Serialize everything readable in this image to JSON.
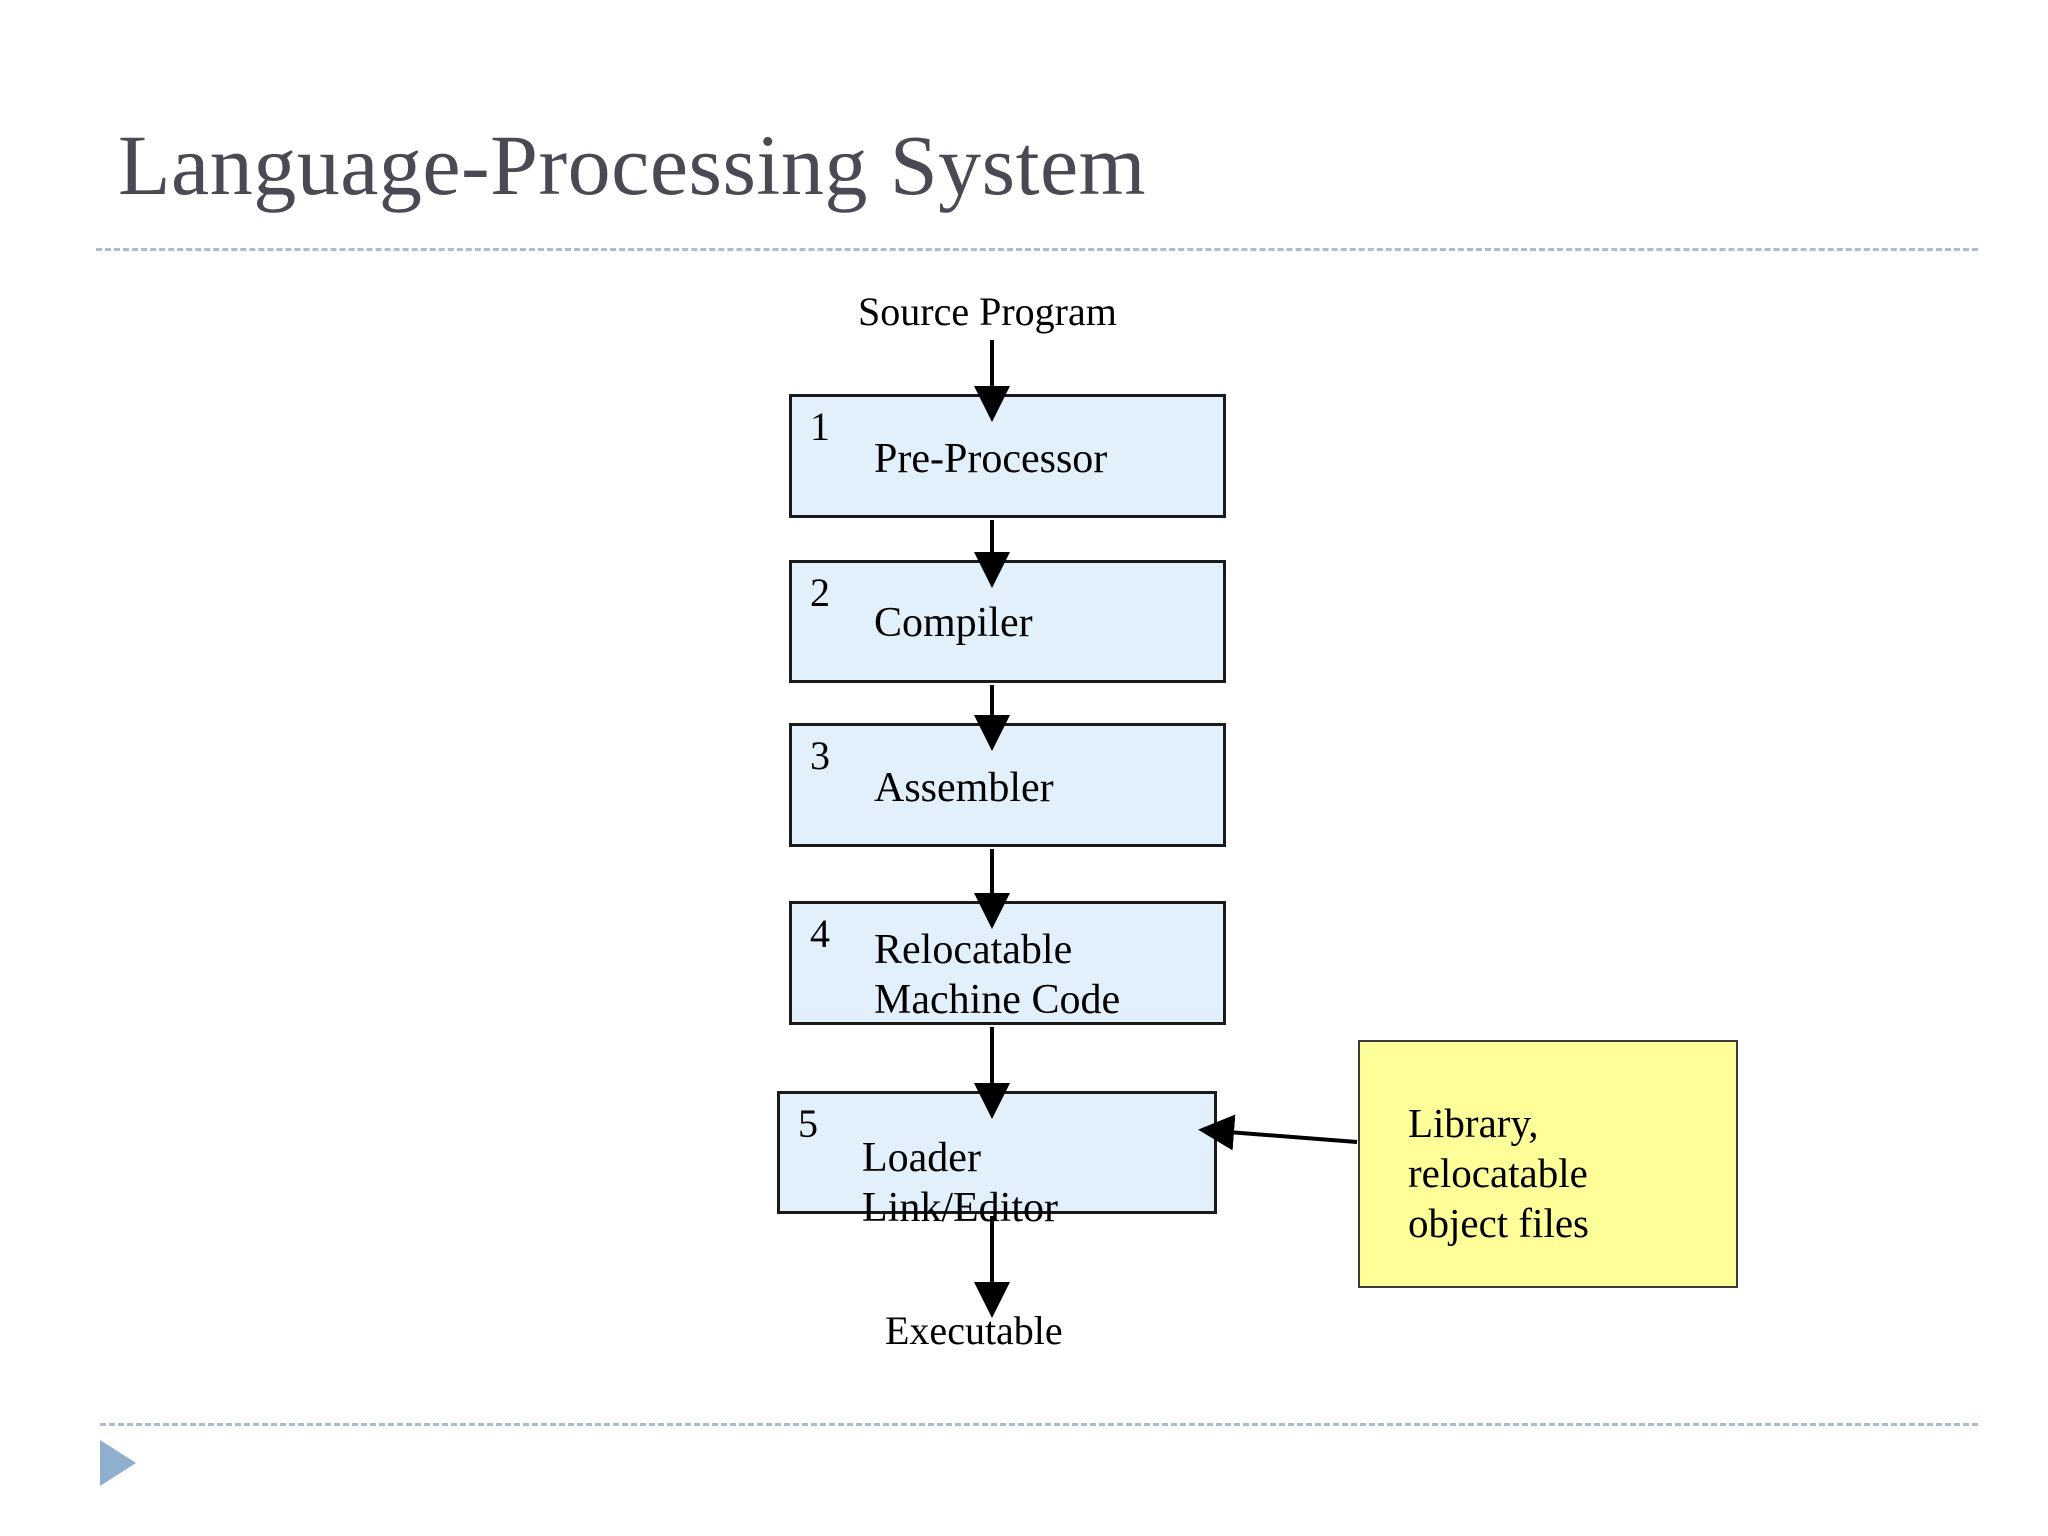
{
  "slide": {
    "title": "Language-Processing System",
    "title_color": "#4a4a55",
    "rule_color": "#a8bdd4",
    "background": "#ffffff",
    "accent_triangle_color": "#8fafce"
  },
  "diagram": {
    "type": "flowchart",
    "input_label": "Source Program",
    "output_label": "Executable",
    "box_fill": "#e2f0fb",
    "box_border": "#1a1a1a",
    "stages": [
      {
        "number": "1",
        "label": "Pre-Processor"
      },
      {
        "number": "2",
        "label": "Compiler"
      },
      {
        "number": "3",
        "label": "Assembler"
      },
      {
        "number": "4",
        "label": "Relocatable\nMachine Code"
      },
      {
        "number": "5",
        "label": "Loader\nLink/Editor"
      }
    ],
    "side_note": {
      "text": "Library,\nrelocatable\nobject files",
      "fill": "#ffff99",
      "border": "#3a3a3a"
    },
    "flow": [
      "Source Program",
      "Pre-Processor",
      "Compiler",
      "Assembler",
      "Relocatable Machine Code",
      "Loader Link/Editor",
      "Executable"
    ]
  }
}
